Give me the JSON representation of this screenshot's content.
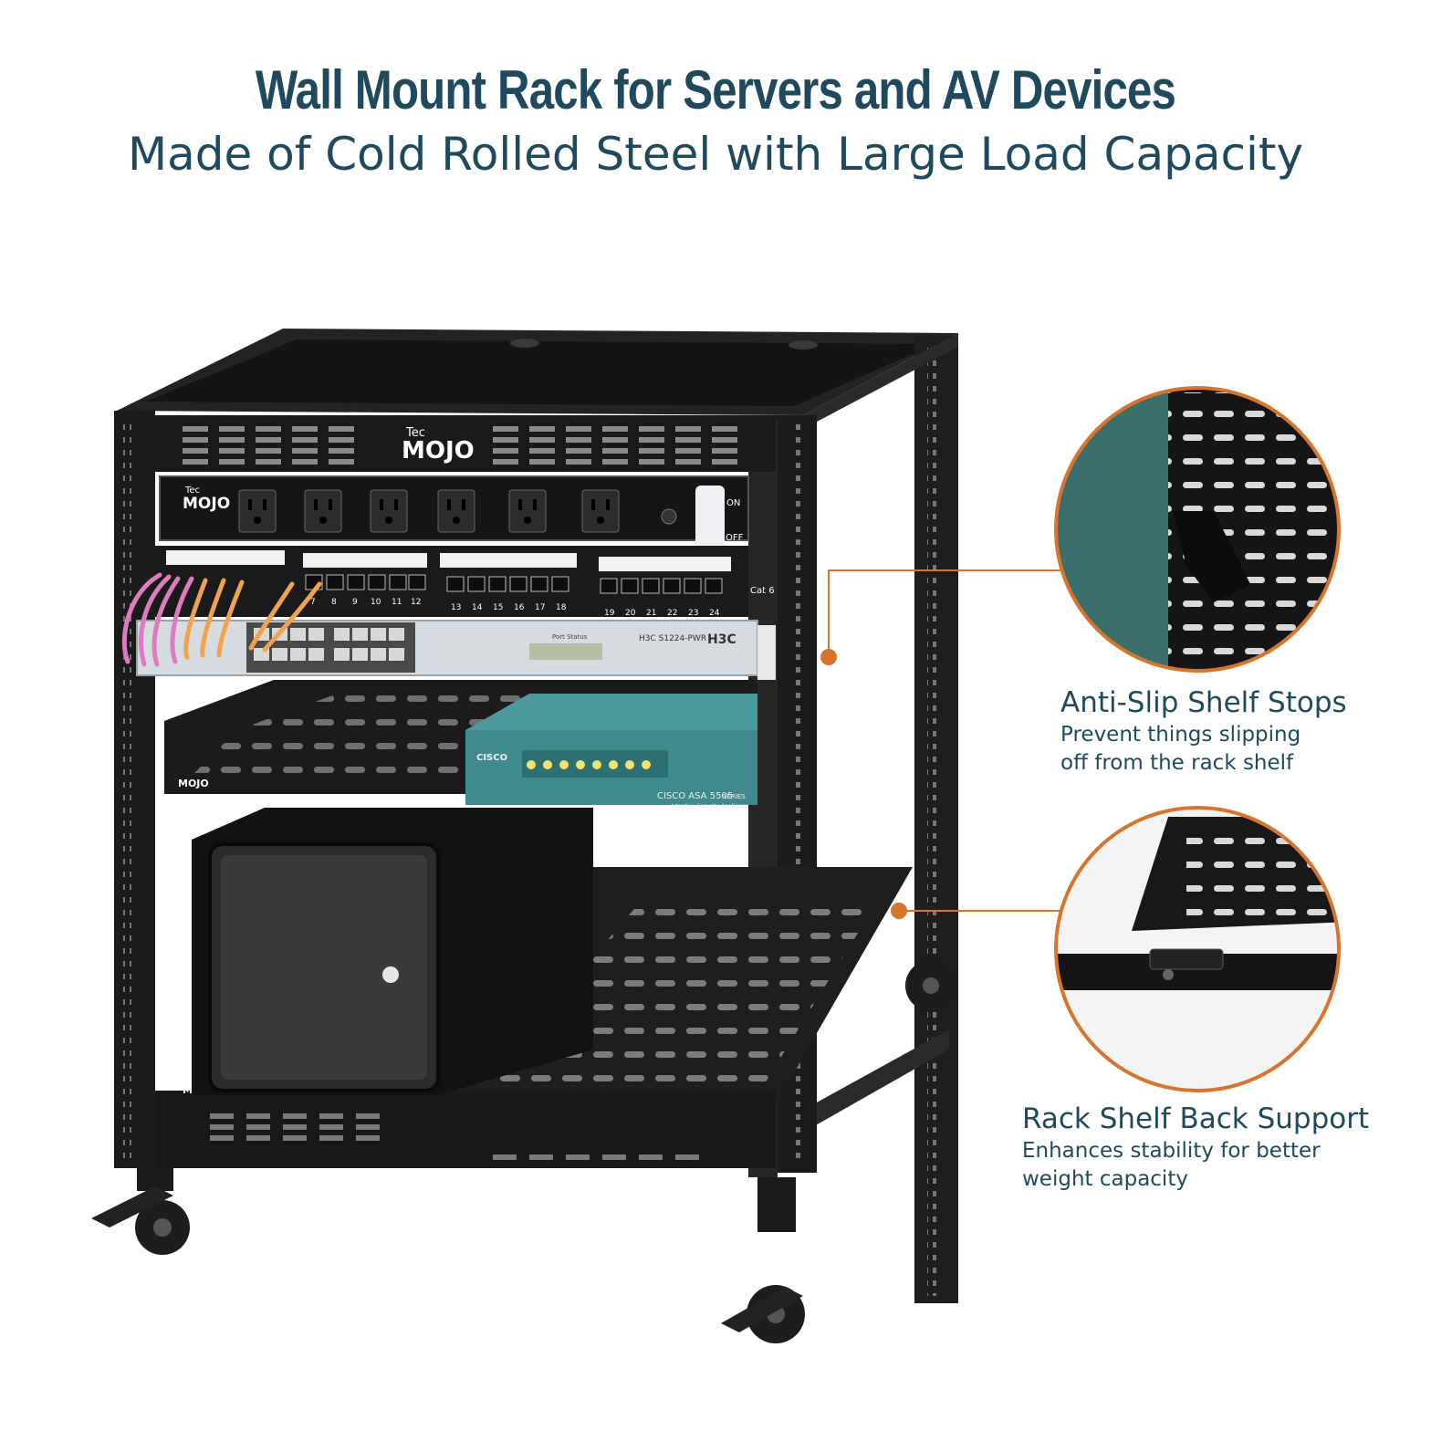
{
  "header": {
    "title": "Wall Mount Rack for Servers and AV Devices",
    "subtitle": "Made of Cold Rolled Steel with Large Load Capacity"
  },
  "callouts": [
    {
      "title": "Anti-Slip Shelf Stops",
      "desc_lines": [
        "Prevent things slipping",
        "off from the rack shelf"
      ]
    },
    {
      "title": "Rack Shelf Back Support",
      "desc_lines": [
        "Enhances stability for better",
        "weight capacity"
      ]
    }
  ],
  "product": {
    "brand_small": "Tec",
    "brand": "MOJO",
    "pdu_labels": {
      "on": "ON",
      "off": "OFF"
    },
    "patch_panel": {
      "ports": [
        "7",
        "8",
        "9",
        "10",
        "11",
        "12",
        "13",
        "14",
        "15",
        "16",
        "17",
        "18",
        "19",
        "20",
        "21",
        "22",
        "23",
        "24"
      ],
      "label": "Cat 6"
    },
    "switch": {
      "model": "H3C S1224-PWR",
      "brand": "H3C",
      "status_label": "Port Status"
    },
    "firewall": {
      "brand": "CISCO",
      "model": "CISCO ASA 5505",
      "model_suffix": "SERIES",
      "tagline": "Adaptive Security Appliance"
    }
  },
  "colors": {
    "heading": "#1f4a5e",
    "accent": "#d7752c",
    "rack": "#1b1b1c",
    "firewall": "#3f8a8e"
  }
}
